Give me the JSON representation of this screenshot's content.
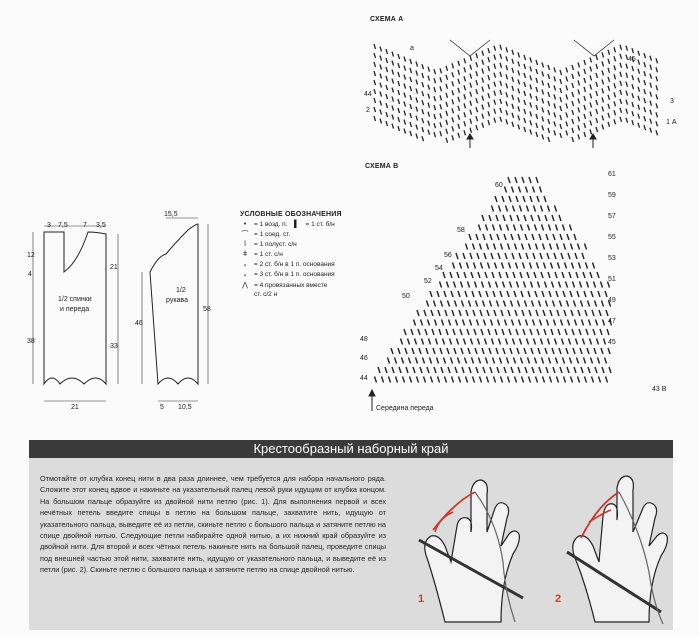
{
  "scheme_a": {
    "title": "СХЕМА A",
    "labels": {
      "a": "а",
      "n45": "45",
      "n44": "44",
      "n2": "2",
      "n3": "3",
      "n1a": "1 А"
    }
  },
  "scheme_b": {
    "title": "СХЕМА B",
    "right_labels": [
      "61",
      "59",
      "57",
      "55",
      "53",
      "51",
      "49",
      "47",
      "45"
    ],
    "left_labels": [
      "60",
      "58",
      "56",
      "54",
      "52",
      "50",
      "48",
      "46",
      "44"
    ],
    "end_label": "43 B",
    "center_caption": "Середина переда"
  },
  "pattern_front": {
    "top_dims": [
      "3",
      "7,5",
      "7",
      "3,5"
    ],
    "left_dims": [
      "12",
      "4",
      "38"
    ],
    "right_dims": [
      "21",
      "33"
    ],
    "bottom_dim": "21",
    "label_line1": "1/2 спинки",
    "label_line2": "и переда"
  },
  "pattern_sleeve": {
    "top_dim": "15,5",
    "left_dim": "46",
    "right_dim": "58",
    "bottom_dims": [
      "5",
      "10,5"
    ],
    "label_line1": "1/2",
    "label_line2": "рукава"
  },
  "legend": {
    "title": "УСЛОВНЫЕ ОБОЗНАЧЕНИЯ",
    "items": [
      {
        "symbol": "•",
        "text": "= 1 возд. п.",
        "symbol2": "▌",
        "text2": "= 1 ст. б/н"
      },
      {
        "symbol": "⌒",
        "text": "= 1 соед. ст."
      },
      {
        "symbol": "ǀ",
        "text": "= 1 полуст. с/н"
      },
      {
        "symbol": "ǂ",
        "text": "= 1 ст. с/н"
      },
      {
        "symbol": "ᵥ",
        "text": "= 2 ст. б/н в 1 п. основания"
      },
      {
        "symbol": "ᵥ",
        "text": "= 3 ст. б/н в 1 п. основания"
      },
      {
        "symbol": "⋀",
        "text": "= 4 провязанных вместе",
        "text_cont": "ст. с/2 н"
      }
    ]
  },
  "section": {
    "title": "Крестообразный наборный край",
    "paragraph": "Отмотайте от клубка конец нити в два раза длиннее, чем требуется для набора начального ряда. Сложите этот конец вдвое и накиньте на указательный палец левой руки идущим от клубка концом. На большом пальце образуйте из двойной нити петлю (рис. 1). Для выполнения первой и всех нечётных петель введите спицы в петлю на большом пальце, захватите нить, идущую от указательного пальца, выведите её из петли, скиньте петлю с большого пальца и затяните петлю на спице двойной нитью. Следующие петли набирайте одной нитью, а их нижний край образуйте из двойной нити. Для второй и всех чётных петель накиньте нить на большой палец, проведите спицы под внешней частью этой нити, захватите нить, идущую от указательного пальца, и выведите её из петли (рис. 2). Скиньте петлю с большого пальца и затяните петлю на спице двойной нитью.",
    "fig1": "1",
    "fig2": "2"
  }
}
